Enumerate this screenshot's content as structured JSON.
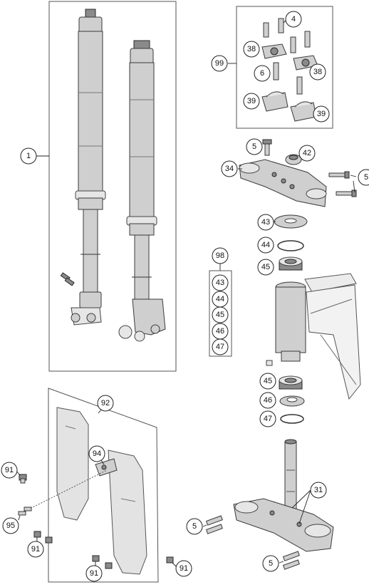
{
  "labels": {
    "fork_assembly": "1",
    "screws_clamp": "4",
    "screw_top_left": "5",
    "screw_top_right": "5",
    "screw_bottom_left": "5",
    "screw_bottom_right": "5",
    "screw_kit_6": "6",
    "clamp_38_left": "38",
    "clamp_38_right": "38",
    "clamp_39_left": "39",
    "clamp_39_right": "39",
    "handlebar_kit": "99",
    "triple_clamp_upper": "34",
    "nut": "42",
    "washer_43": "43",
    "seal_44": "44",
    "bearing_45_upper": "45",
    "bearing_45_lower": "45",
    "seal_46": "46",
    "ring_47": "47",
    "bearing_kit": "98",
    "kit_item_43": "43",
    "kit_item_44": "44",
    "kit_item_45": "45",
    "kit_item_46": "46",
    "kit_item_47": "47",
    "triple_clamp_lower": "31",
    "fork_guard": "92",
    "hose_clip": "94",
    "screw_95": "95",
    "bolt_91_a": "91",
    "bolt_91_b": "91",
    "bolt_91_c": "91",
    "bolt_91_d": "91"
  }
}
